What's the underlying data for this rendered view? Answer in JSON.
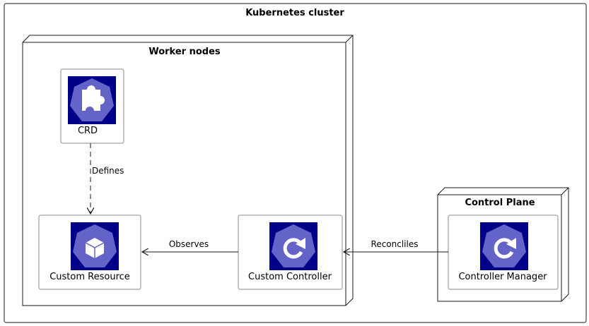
{
  "cluster": {
    "title": "Kubernetes cluster"
  },
  "worker": {
    "title": "Worker nodes"
  },
  "control": {
    "title": "Control Plane"
  },
  "components": {
    "crd": {
      "label": "CRD",
      "icon": "puzzle-piece-icon"
    },
    "custom_resource": {
      "label": "Custom Resource",
      "icon": "cube-icon"
    },
    "custom_controller": {
      "label": "Custom Controller",
      "icon": "sync-arrow-icon"
    },
    "controller_manager": {
      "label": "Controller Manager",
      "icon": "sync-arrow-icon"
    }
  },
  "edges": {
    "defines": "Defines",
    "observes": "Observes",
    "reconciles": "Reconcliles"
  },
  "colors": {
    "icon_square": "#000088",
    "icon_heptagon": "#6464C8",
    "line": "#181818",
    "component_border": "#888888"
  }
}
